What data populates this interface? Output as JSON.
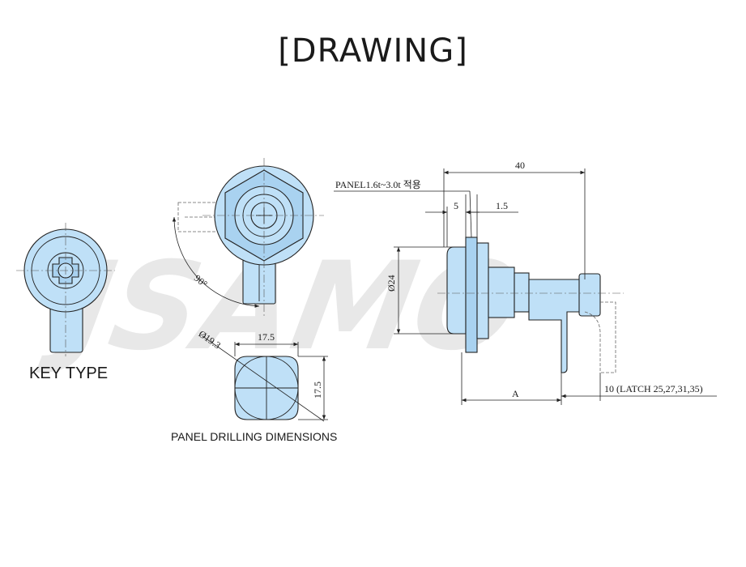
{
  "title": "[DRAWING]",
  "watermark": "JSAMO",
  "key_type_label": "KEY TYPE",
  "panel_drilling_label": "PANEL DRILLING DIMENSIONS",
  "dimensions": {
    "rotation_angle": "90°",
    "drill_diameter": "Ø19.3",
    "drill_width": "17.5",
    "drill_height": "17.5",
    "overall_length": "40",
    "panel_thickness": "PANEL1.6t~3.0t 적용",
    "flange_width": "5",
    "offset": "1.5",
    "body_diameter": "Ø24",
    "length_a": "A",
    "latch_note": "10 (LATCH 25,27,31,35)"
  },
  "colors": {
    "part_fill": "#bfe0f7",
    "outline": "#222222",
    "watermark": "#e8e8e8"
  }
}
